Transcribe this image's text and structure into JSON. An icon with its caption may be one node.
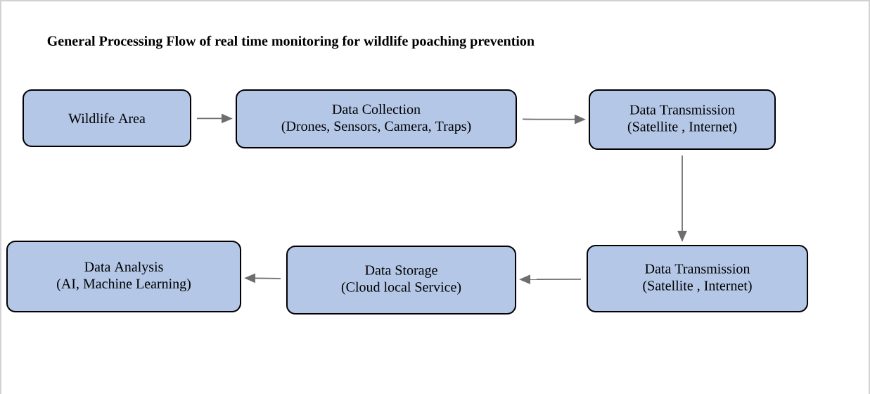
{
  "diagram": {
    "title": "General Processing Flow of real time monitoring for wildlife poaching prevention",
    "nodes": [
      {
        "text": [
          "Wildlife Area"
        ]
      },
      {
        "text": [
          "Data Collection",
          "(Drones, Sensors, Camera, Traps)"
        ]
      },
      {
        "text": [
          "Data Transmission",
          "(Satellite , Internet)"
        ]
      },
      {
        "text": [
          "Data Transmission",
          "(Satellite , Internet)"
        ]
      },
      {
        "text": [
          "Data Storage",
          "(Cloud local Service)"
        ]
      },
      {
        "text": [
          "Data Analysis",
          "(AI, Machine Learning)"
        ]
      }
    ],
    "edges": [
      {
        "from": 0,
        "to": 1,
        "arrow": "to"
      },
      {
        "from": 1,
        "to": 2,
        "arrow": "to"
      },
      {
        "from": 2,
        "to": 3,
        "arrow": "to"
      },
      {
        "from": 3,
        "to": 4,
        "arrow": "to"
      },
      {
        "from": 4,
        "to": 5,
        "arrow": "to"
      }
    ]
  }
}
